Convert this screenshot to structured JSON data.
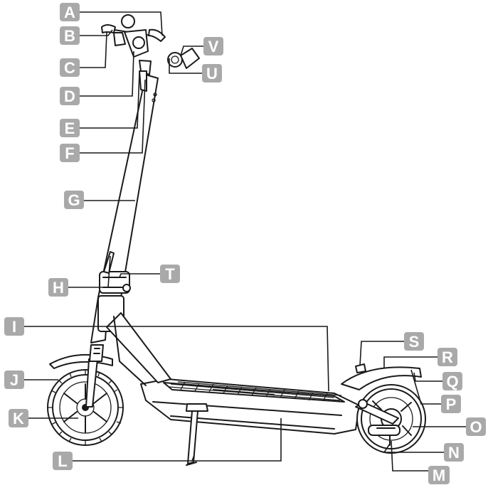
{
  "labels": [
    "A",
    "B",
    "C",
    "D",
    "E",
    "F",
    "G",
    "H",
    "I",
    "J",
    "K",
    "L",
    "M",
    "N",
    "O",
    "P",
    "Q",
    "R",
    "S",
    "T",
    "U",
    "V"
  ],
  "badge_color": "#a9a9a9",
  "line_color": "#1a1a1a"
}
